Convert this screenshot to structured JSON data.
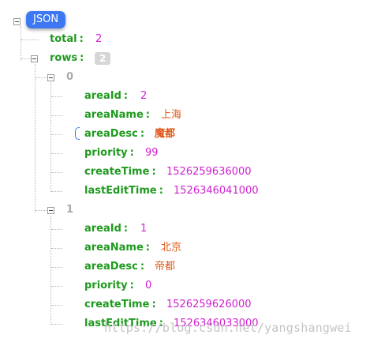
{
  "root": {
    "label": "JSON"
  },
  "total": {
    "key": "total",
    "value": "2"
  },
  "rows": {
    "key": "rows",
    "count": "2",
    "items": [
      {
        "index": "0",
        "fields": [
          {
            "key": "areaId",
            "value": "2",
            "type": "number"
          },
          {
            "key": "areaName",
            "value": "上海",
            "type": "string"
          },
          {
            "key": "areaDesc",
            "value": "魔都",
            "type": "string",
            "selected": true
          },
          {
            "key": "priority",
            "value": "99",
            "type": "number"
          },
          {
            "key": "createTime",
            "value": "1526259636000",
            "type": "number"
          },
          {
            "key": "lastEditTime",
            "value": "1526346041000",
            "type": "number"
          }
        ]
      },
      {
        "index": "1",
        "fields": [
          {
            "key": "areaId",
            "value": "1",
            "type": "number"
          },
          {
            "key": "areaName",
            "value": "北京",
            "type": "string"
          },
          {
            "key": "areaDesc",
            "value": "帝都",
            "type": "string"
          },
          {
            "key": "priority",
            "value": "0",
            "type": "number"
          },
          {
            "key": "createTime",
            "value": "1526259626000",
            "type": "number"
          },
          {
            "key": "lastEditTime",
            "value": "1526346033000",
            "type": "number"
          }
        ]
      }
    ]
  },
  "watermark": "https://blog.csdn.net/yangshangwei",
  "colors": {
    "key": "#1f9a1f",
    "number": "#d020d0",
    "string": "#e05a1a",
    "root_pill": "#3d78f2",
    "index": "#aaaaaa"
  }
}
